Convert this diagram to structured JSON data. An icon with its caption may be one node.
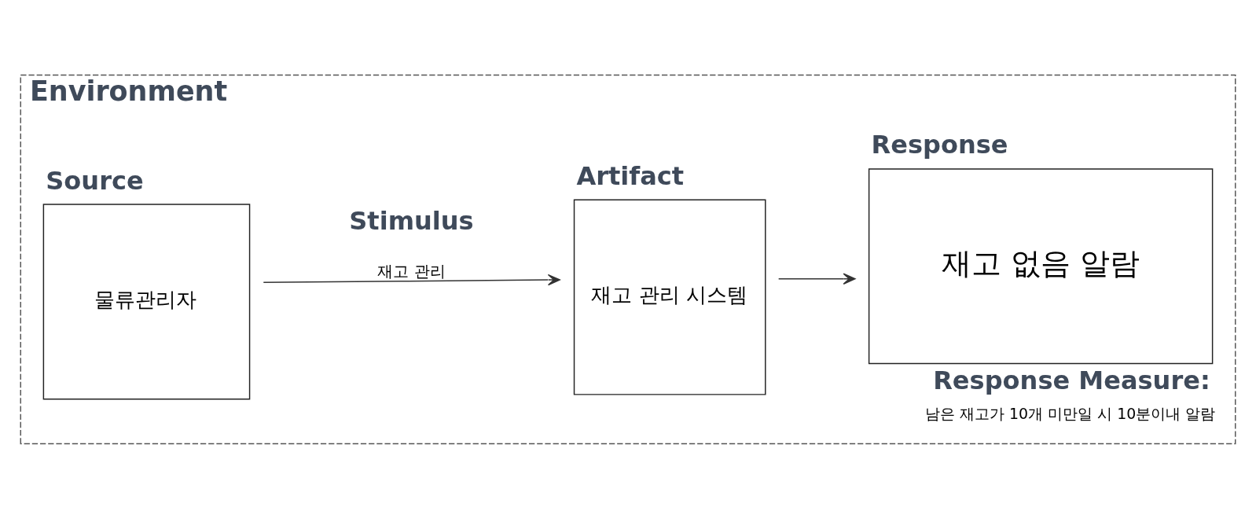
{
  "diagram": {
    "nodes": [
      {
        "text": [
          "Environment"
        ]
      },
      {
        "text": [
          "Source",
          "물류관리자"
        ],
        "in": 0
      },
      {
        "text": [
          "Artifact",
          "재고 관리 시스템"
        ],
        "in": 0
      },
      {
        "text": [
          "Response",
          "재고 없음 알람"
        ],
        "in": 0,
        "beside": [
          "Response Measure:",
          "남은 재고가 10개 미만일 시 10분이내 알람"
        ]
      }
    ],
    "edges": [
      {
        "from": 1,
        "to": 2,
        "arrow": "to",
        "label": "재고 관리"
      },
      {
        "from": 2,
        "to": 3,
        "arrow": "to"
      }
    ],
    "labels": [
      "Stimulus"
    ]
  }
}
